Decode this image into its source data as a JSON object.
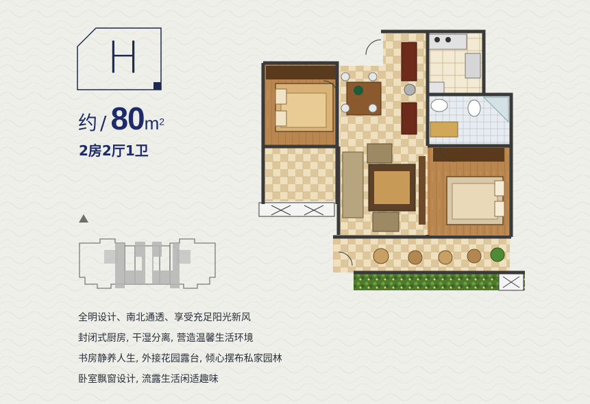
{
  "unit": {
    "type_letter": "H",
    "area_prefix": "约",
    "area_slash": "/",
    "area_value": "80",
    "area_unit": "m",
    "area_superscript": "2",
    "layout": "2房2厅1卫"
  },
  "features": [
    "全明设计、南北通透、享受充足阳光新风",
    "封闭式厨房, 干湿分离, 营造温馨生活环境",
    "书房静养人生, 外接花园露台, 倾心摆布私家园林",
    "卧室飘窗设计, 流露生活闲适趣味"
  ],
  "colors": {
    "background": "#eeefe9",
    "title_blue": "#1e2b6b",
    "wall": "#3a3a3a",
    "wood_floor": "#b8864e",
    "tile_light": "#efe1c0",
    "key_plan_highlight": "#b4b4b4"
  }
}
